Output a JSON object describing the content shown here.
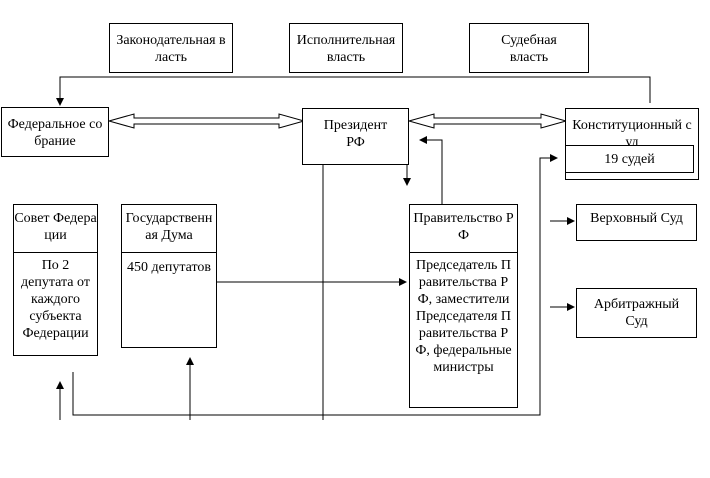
{
  "branches": {
    "legislative": "Законодательная власть",
    "executive": "Исполнительная власть",
    "judicial": "Судебная власть"
  },
  "president": "Президент РФ",
  "federal_assembly": "Федеральное собрание",
  "constitutional_court": {
    "title": "Конституционный суд",
    "composition": "19 судей"
  },
  "federation_council": {
    "title": "Совет Федерации",
    "composition": "По 2 депутата от каждого субъекта Федерации"
  },
  "state_duma": {
    "title": "Государственная Дума",
    "composition": "450 депутатов"
  },
  "government": {
    "title": "Правительство РФ",
    "composition": "Председатель Правительства РФ, заместители Председателя Правительства РФ, федеральные министры"
  },
  "supreme_court": "Верховный Суд",
  "arbitration_court": "Арбитражный Суд"
}
